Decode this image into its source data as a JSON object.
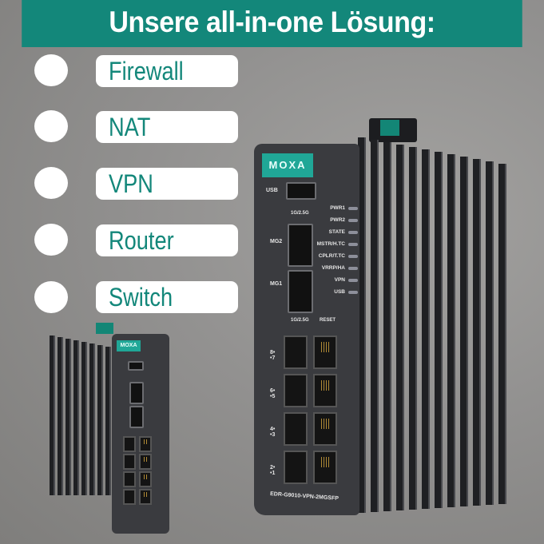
{
  "header": {
    "title": "Unsere all-in-one Lösung:"
  },
  "features": [
    {
      "label": "Firewall"
    },
    {
      "label": "NAT"
    },
    {
      "label": "VPN"
    },
    {
      "label": "Router"
    },
    {
      "label": "Switch"
    }
  ],
  "device": {
    "logo": "MOXA",
    "usb": "USB",
    "mg2": "MG2",
    "mg1": "MG1",
    "speed_top": "1G/2.5G",
    "speed_bottom": "1G/2.5G",
    "reset": "RESET",
    "leds": [
      "PWR1",
      "PWR2",
      "STATE",
      "MSTR/H.TC",
      "CPLR/T.TC",
      "VRRP/HA",
      "VPN",
      "USB"
    ],
    "ports": [
      "8• •7",
      "6• •5",
      "4• •3",
      "2• •1"
    ],
    "model": "EDR-G9010-VPN-2MGSFP"
  },
  "colors": {
    "brand": "#13877a",
    "logo": "#20a797"
  }
}
